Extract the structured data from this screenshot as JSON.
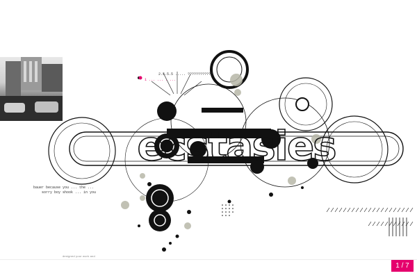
{
  "artwork": {
    "word": "ecstasies",
    "tiny_text_1": "bauer because you ... the ... ",
    "tiny_text_2": "sorry boy shook ... in you",
    "tiny_label_red": "1 ... ... . ...",
    "number_strip": "2.5.5.5 ..... ????????????"
  },
  "caption": "designed your work and ",
  "pager": {
    "label": "1 / 7"
  },
  "colors": {
    "accent": "#e5006d",
    "ink": "#111111",
    "grey_blot": "#b7b7a8"
  }
}
